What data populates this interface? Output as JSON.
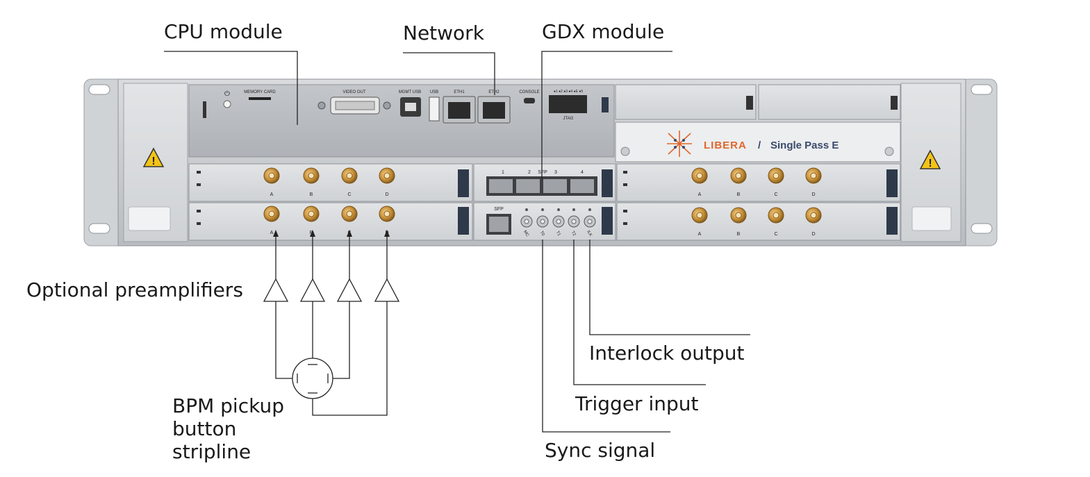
{
  "labels": {
    "cpu_module": "CPU module",
    "network": "Network",
    "gdx_module": "GDX module",
    "optional_preamplifiers": "Optional preamplifiers",
    "bpm_pickup": [
      "BPM pickup",
      "button",
      "stripline"
    ],
    "interlock_output": "Interlock output",
    "trigger_input": "Trigger input",
    "sync_signal": "Sync signal"
  },
  "device": {
    "brand": "LIBERA",
    "product": "Single Pass E",
    "cpu_panel": {
      "memory_card": "MEMORY CARD",
      "video_out": "VIDEO OUT",
      "mgmt_usb": "MGMT USB",
      "usb": "USB",
      "eth1": "ETH1",
      "eth2": "ETH2",
      "console": "CONSOLE",
      "jtag": "JTAG",
      "jtag_pins": "●1 ●2 ●3 ●4 ●E ●5"
    },
    "adc_channels": [
      "A",
      "B",
      "C",
      "D"
    ],
    "sfp_top": [
      "1",
      "2",
      "SFP",
      "3",
      "4"
    ],
    "sfp_bottom": "SFP",
    "timing_ports": [
      "MC",
      "T0",
      "T1",
      "T2",
      "ILK"
    ]
  },
  "colors": {
    "chassis": "#c9ccd0",
    "panel": "#d8dadd",
    "connector_gold": "#c8923a",
    "brand_orange": "#e1662b",
    "brand_navy": "#3b4a6b",
    "warning_yellow": "#f3c316",
    "line": "#222222"
  }
}
